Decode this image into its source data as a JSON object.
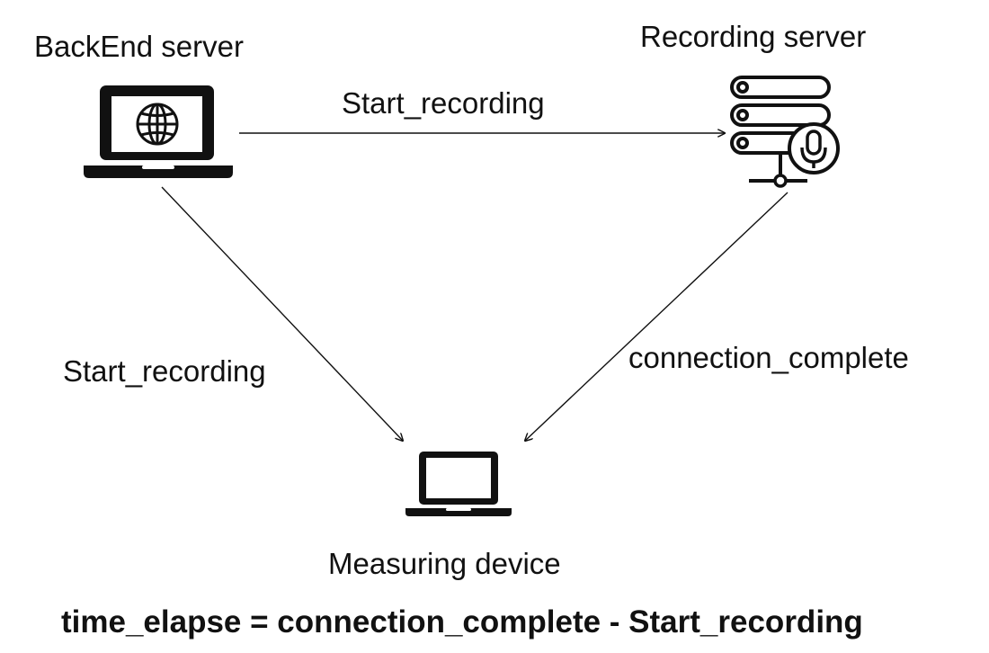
{
  "nodes": {
    "backend": {
      "title": "BackEnd server",
      "icon": "laptop-globe-icon"
    },
    "recording": {
      "title": "Recording server",
      "icon": "server-microphone-icon"
    },
    "measuring": {
      "title": "Measuring device",
      "icon": "laptop-icon"
    }
  },
  "edges": {
    "backend_to_recording": {
      "label": "Start_recording"
    },
    "backend_to_measuring": {
      "label": "Start_recording"
    },
    "recording_to_measuring": {
      "label": "connection_complete"
    }
  },
  "formula": "time_elapse = connection_complete - Start_recording"
}
